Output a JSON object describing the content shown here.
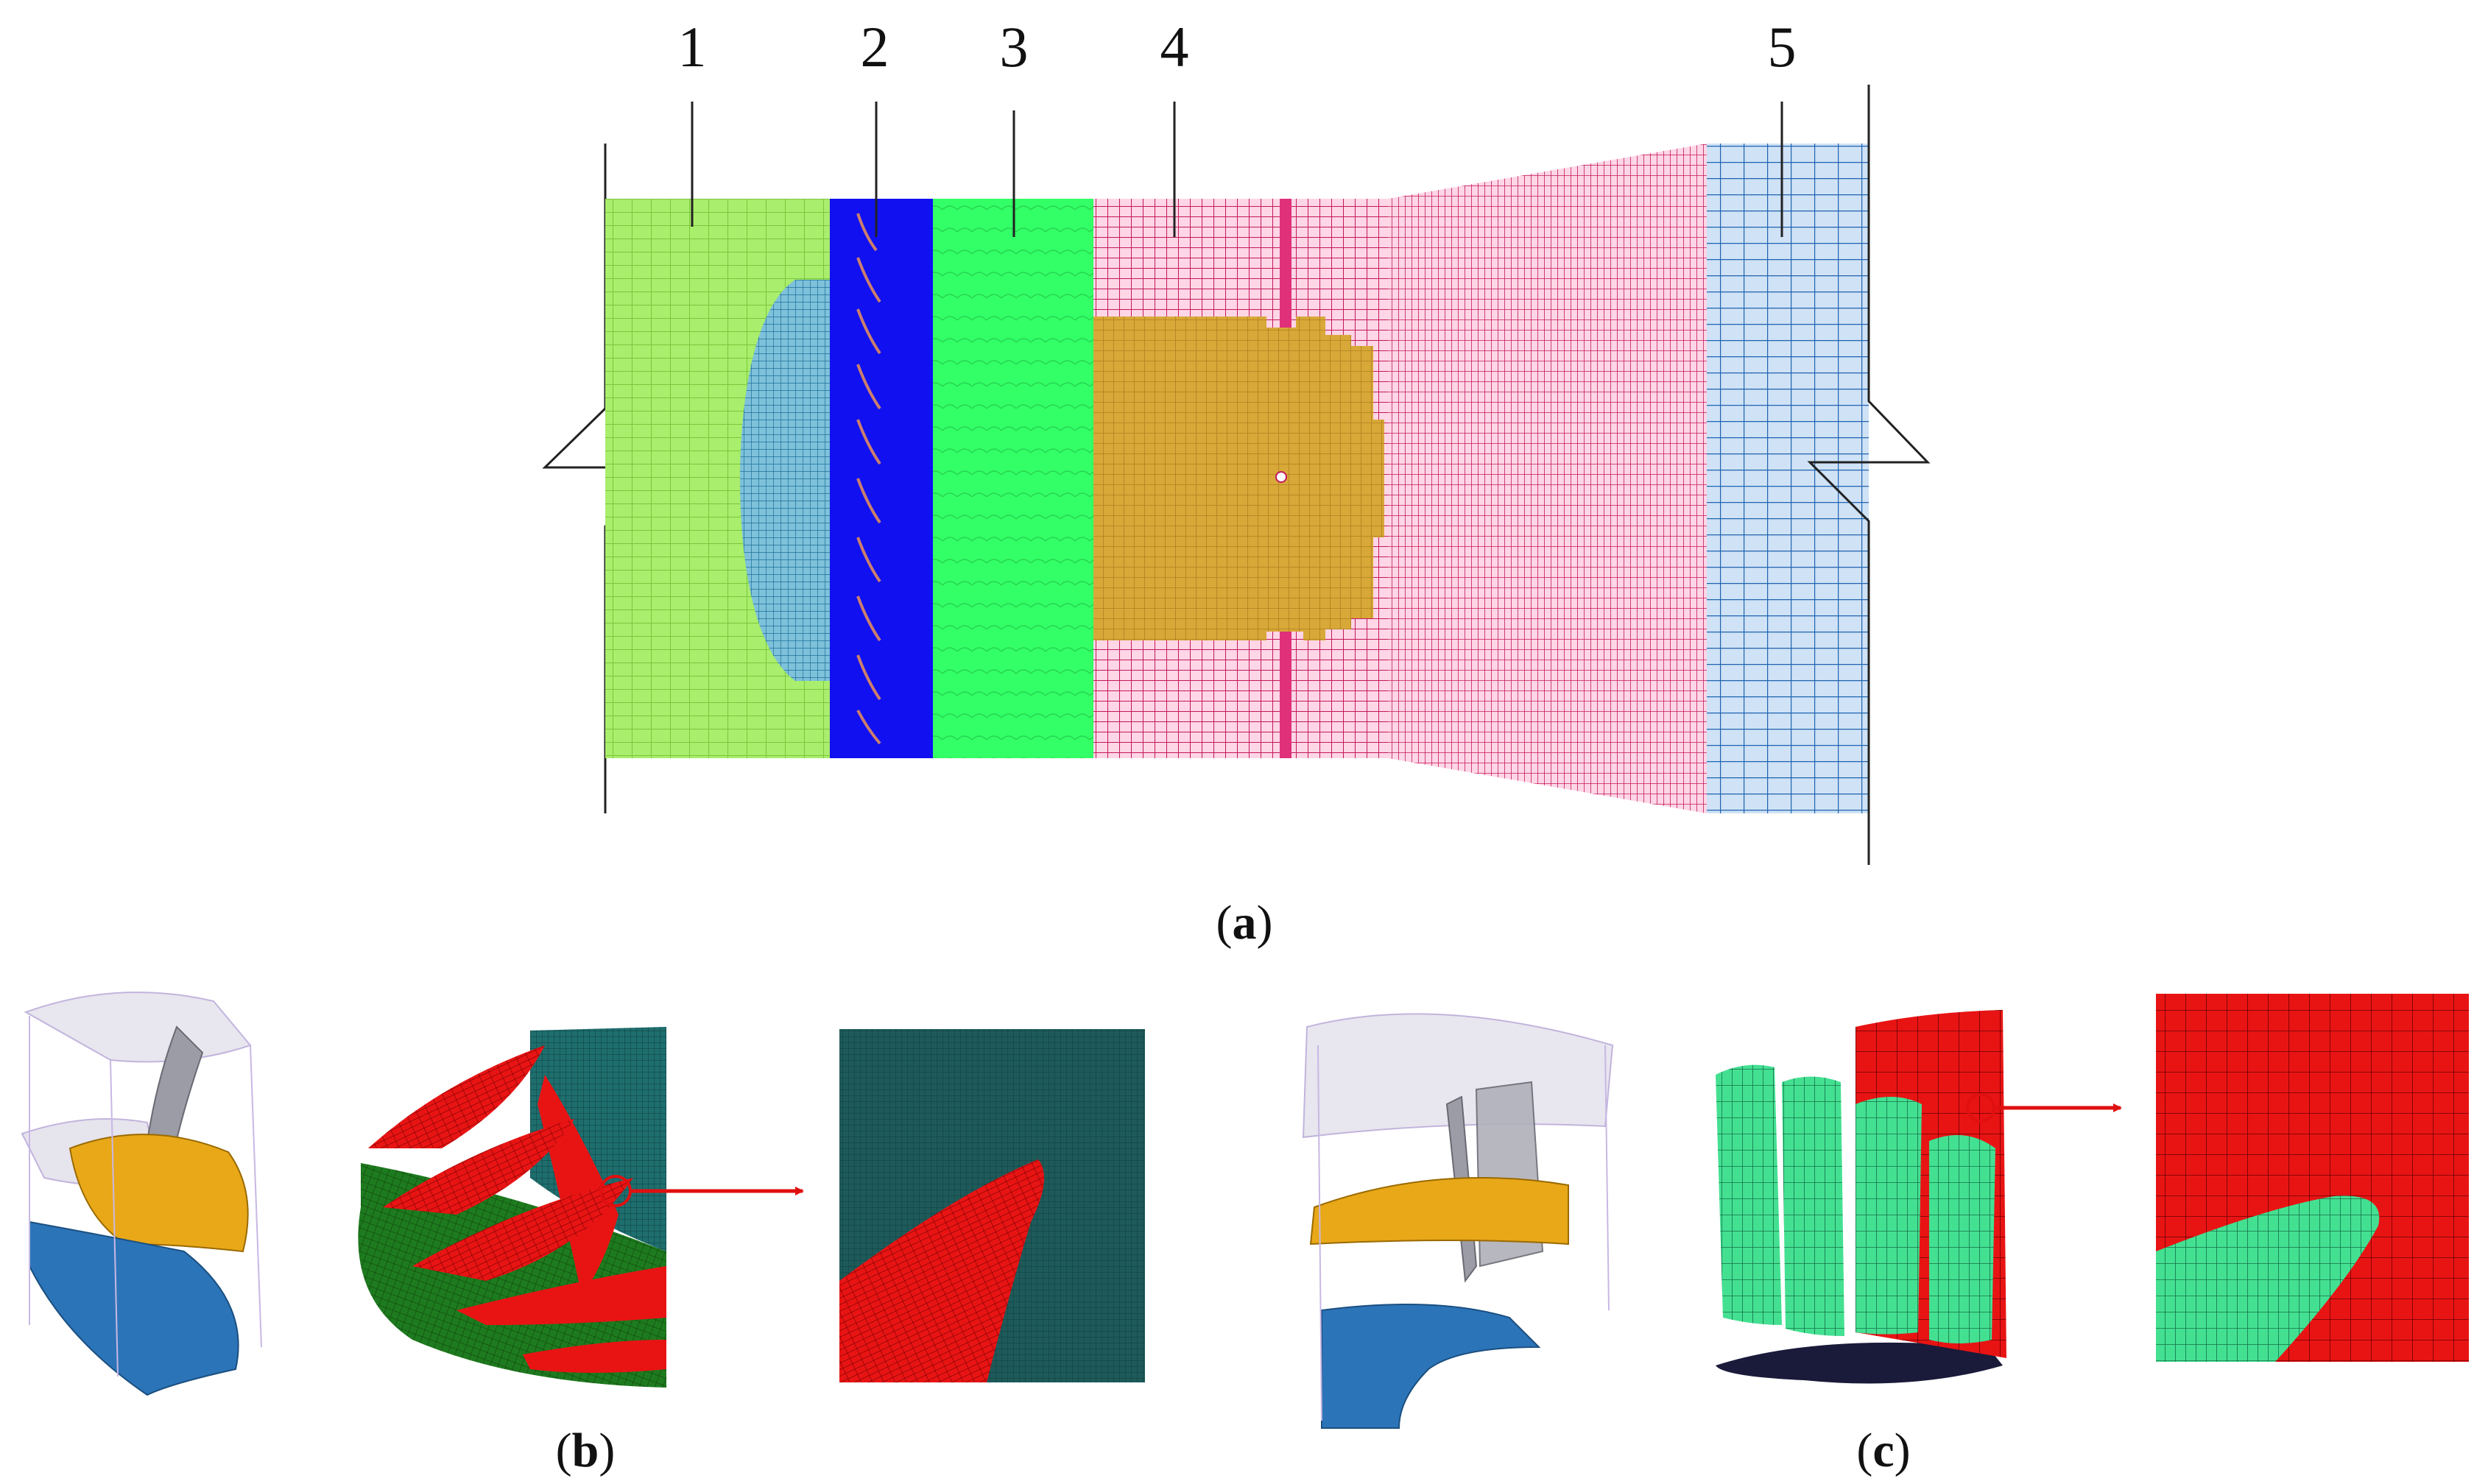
{
  "panel_a": {
    "caption": {
      "open": "(",
      "letter": "a",
      "close": ")"
    },
    "zone_labels": [
      "1",
      "2",
      "3",
      "4",
      "5"
    ],
    "zone_colors": {
      "inlet": "#a9ee6c",
      "guide_vane": "#1010f0",
      "runner": "#33ff66",
      "draft_tube": "#f03a8a",
      "outlet": "#4a8fd8",
      "hub_mesh": "#3fa0c8",
      "cone_mesh": "#d8a838"
    }
  },
  "panel_b": {
    "caption": {
      "open": "(",
      "letter": "b",
      "close": ")"
    },
    "colors": {
      "blade": "#e81414",
      "hub": "#1f6e6e",
      "shroud": "#1e7a1e",
      "arrow": "#e01010"
    }
  },
  "panel_c": {
    "caption": {
      "open": "(",
      "letter": "c",
      "close": ")"
    },
    "colors": {
      "blade": "#44e092",
      "hub": "#e81414",
      "arrow": "#e01010"
    }
  }
}
